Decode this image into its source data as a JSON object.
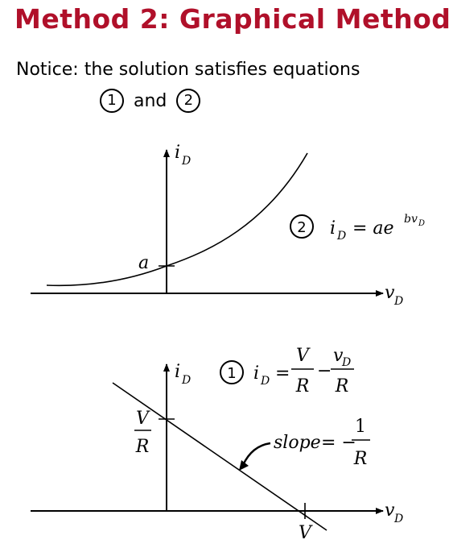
{
  "title": "Method 2: Graphical Method",
  "notice": "Notice: the solution satisfies equations",
  "eq_refs": {
    "first": "1",
    "connector": "and",
    "second": "2"
  },
  "graph1": {
    "y_axis_label": "i",
    "y_axis_sub": "D",
    "x_axis_label": "v",
    "x_axis_sub": "D",
    "intercept_label": "a",
    "eq_number": "2",
    "eq_lhs": "i",
    "eq_lhs_sub": "D",
    "eq_rhs": "= ae",
    "eq_exp": "bv",
    "eq_exp_sub": "D"
  },
  "graph2": {
    "y_axis_label": "i",
    "y_axis_sub": "D",
    "x_axis_label": "v",
    "x_axis_sub": "D",
    "eq_number": "1",
    "eq_lhs": "i",
    "eq_lhs_sub": "D",
    "eq_equals": "=",
    "eq_frac1_num": "V",
    "eq_frac1_den": "R",
    "eq_minus": "−",
    "eq_frac2_num": "v",
    "eq_frac2_num_sub": "D",
    "eq_frac2_den": "R",
    "y_intercept_num": "V",
    "y_intercept_den": "R",
    "x_intercept_label": "V",
    "slope_text": "slope",
    "slope_eq": "= −",
    "slope_num": "1",
    "slope_den": "R"
  }
}
